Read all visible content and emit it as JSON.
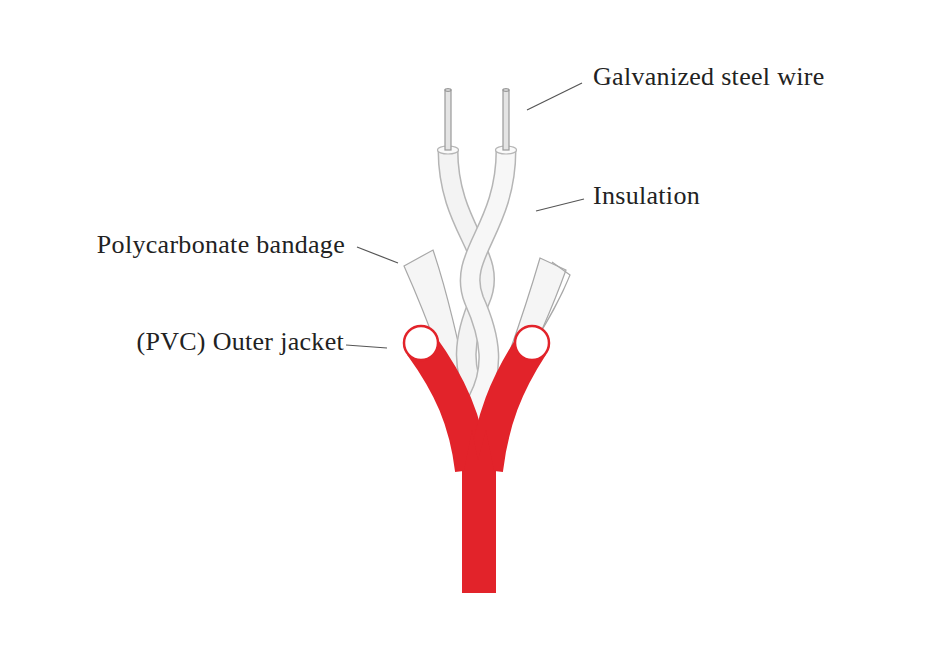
{
  "diagram": {
    "labels": [
      "Galvanized steel wire",
      "Insulation",
      "Polycarbonate bandage",
      "(PVC) Outer jacket"
    ]
  }
}
